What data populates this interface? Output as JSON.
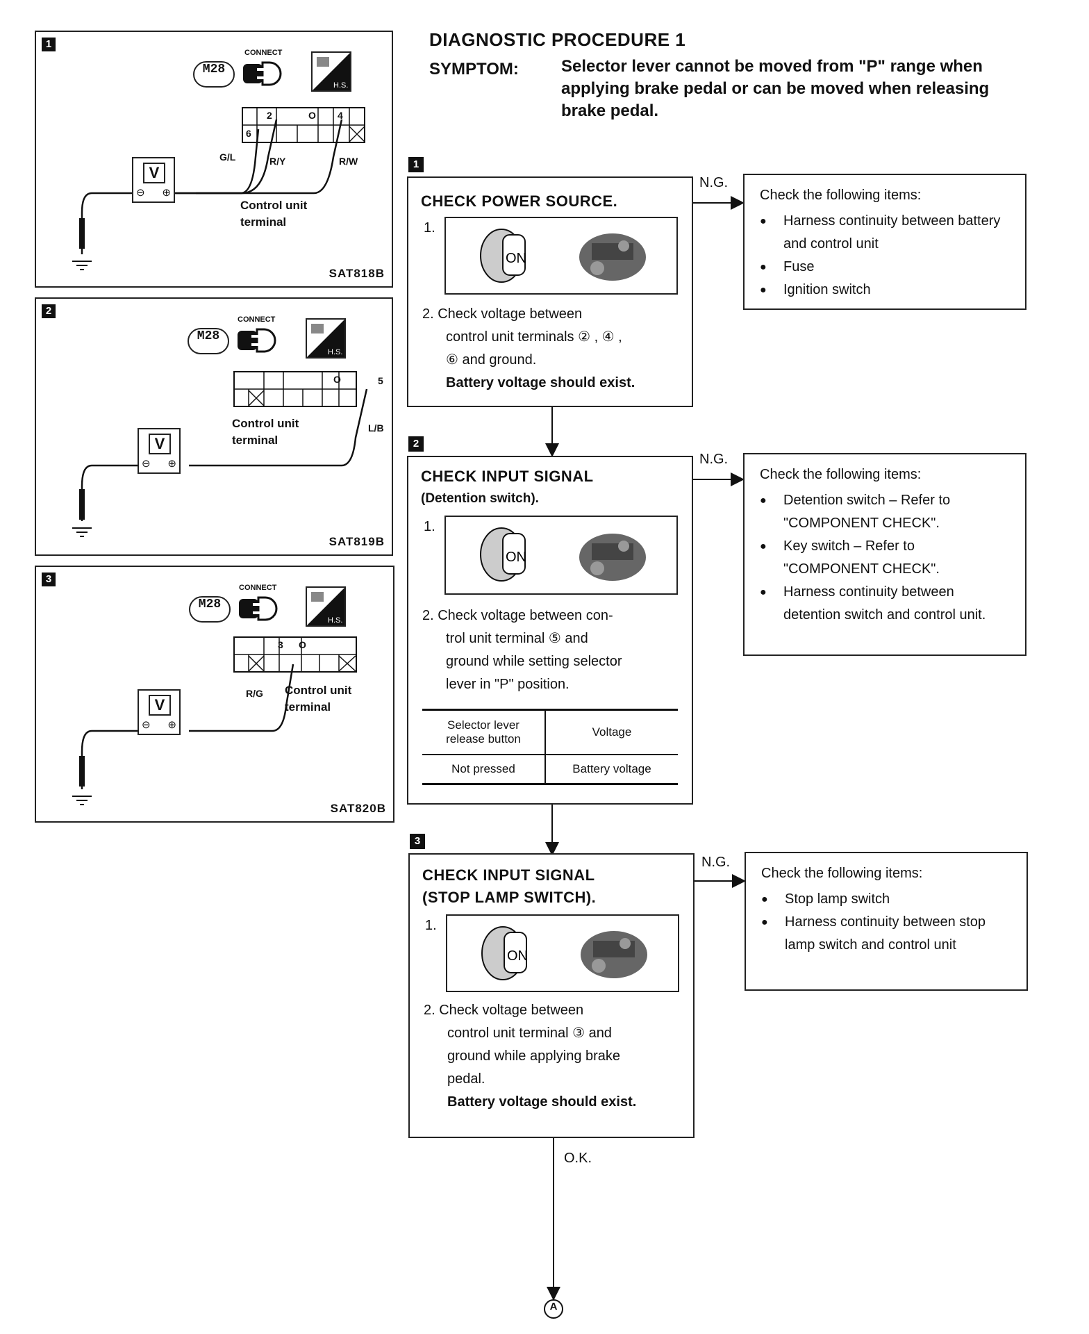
{
  "header": {
    "title": "DIAGNOSTIC PROCEDURE 1",
    "symptom_label": "SYMPTOM:",
    "symptom_text": "Selector lever cannot be moved from \"P\" range when applying brake pedal or can be moved when releasing brake pedal."
  },
  "panels": [
    {
      "number": "1",
      "connector": "M28",
      "connect_label": "CONNECT",
      "hs_label": "H.S.",
      "terminals": [
        "6",
        "2",
        "O",
        "4"
      ],
      "wires": [
        "G/L",
        "R/Y",
        "R/W"
      ],
      "meter": "V",
      "minus": "⊖",
      "plus": "⊕",
      "terminal_label_1": "Control unit",
      "terminal_label_2": "terminal",
      "code": "SAT818B"
    },
    {
      "number": "2",
      "connector": "M28",
      "connect_label": "CONNECT",
      "hs_label": "H.S.",
      "terminals": [
        "O",
        "5"
      ],
      "wires": [
        "L/B"
      ],
      "meter": "V",
      "minus": "⊖",
      "plus": "⊕",
      "terminal_label_1": "Control unit",
      "terminal_label_2": "terminal",
      "code": "SAT819B"
    },
    {
      "number": "3",
      "connector": "M28",
      "connect_label": "CONNECT",
      "hs_label": "H.S.",
      "terminals": [
        "3",
        "O"
      ],
      "wires": [
        "R/G"
      ],
      "meter": "V",
      "minus": "⊖",
      "plus": "⊕",
      "terminal_label_1": "Control unit",
      "terminal_label_2": "terminal",
      "code": "SAT820B"
    }
  ],
  "steps": [
    {
      "number": "1",
      "title": "CHECK POWER SOURCE.",
      "sub1": "1.",
      "on_label": "ON",
      "sub2_lines": [
        "2. Check voltage between",
        "control unit terminals ② , ④ ,",
        "⑥ and ground."
      ],
      "sub2_bold": "Battery voltage should exist.",
      "ng": "N.G.",
      "side_head": "Check the following items:",
      "side_items": [
        "Harness continuity between battery and control unit",
        "Fuse",
        "Ignition switch"
      ]
    },
    {
      "number": "2",
      "title": "CHECK INPUT SIGNAL",
      "subtitle": "(Detention switch).",
      "sub1": "1.",
      "on_label": "ON",
      "sub2_lines": [
        "2. Check voltage between con-",
        "trol unit terminal ⑤ and",
        "ground while setting selector",
        "lever in \"P\" position."
      ],
      "table": {
        "headers": [
          "Selector lever release button",
          "Voltage"
        ],
        "row": [
          "Not pressed",
          "Battery voltage"
        ]
      },
      "ng": "N.G.",
      "side_head": "Check the following items:",
      "side_items": [
        "Detention switch – Refer to \"COMPONENT CHECK\".",
        "Key switch – Refer to \"COMPONENT CHECK\".",
        "Harness continuity between detention switch and control unit."
      ]
    },
    {
      "number": "3",
      "title": "CHECK INPUT SIGNAL",
      "subtitle": "(STOP LAMP SWITCH).",
      "sub1": "1.",
      "on_label": "ON",
      "sub2_lines": [
        "2. Check voltage between",
        "control unit terminal ③ and",
        "ground while applying brake",
        "pedal."
      ],
      "sub2_bold": "Battery voltage should exist.",
      "ng": "N.G.",
      "side_head": "Check the following items:",
      "side_items": [
        "Stop lamp switch",
        "Harness continuity between stop lamp switch and control unit"
      ]
    }
  ],
  "footer": {
    "ok": "O.K.",
    "connector_ref": "A"
  }
}
